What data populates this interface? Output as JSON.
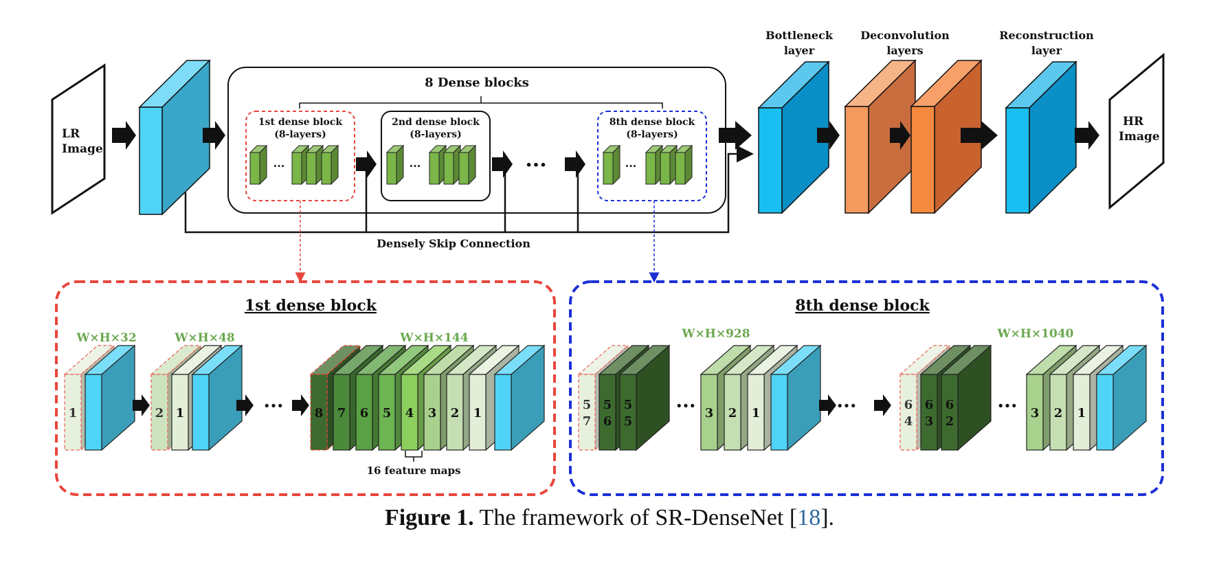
{
  "colors": {
    "cyan_front": "#4fd3f7",
    "cyan_side": "#3aa7c8",
    "orange_front": "#f49a5e",
    "orange_side": "#c96d3f",
    "green_layer": "#7ab648",
    "red_dash": "#e8463c",
    "blue_dash": "#1b2fd6",
    "label_green": "#6aa84f"
  },
  "top": {
    "lr_image": [
      "LR",
      "Image"
    ],
    "hr_image": [
      "HR",
      "Image"
    ],
    "dense_blocks_title": "8 Dense blocks",
    "block1": [
      "1st dense block",
      "(8-layers)"
    ],
    "block2": [
      "2nd dense block",
      "(8-layers)"
    ],
    "block8": [
      "8th dense block",
      "(8-layers)"
    ],
    "ellipsis_small": "···",
    "ellipsis_big": "···",
    "bottleneck": [
      "Bottleneck",
      "layer"
    ],
    "deconv": [
      "Deconvolution",
      "layers"
    ],
    "recon": [
      "Reconstruction",
      "layer"
    ],
    "skip": "Densely Skip Connection"
  },
  "detail1": {
    "title": "1st dense block",
    "dim_a": "W×H×32",
    "dim_b": "W×H×48",
    "dim_c": "W×H×144",
    "ellipsis": "···",
    "nums_a": [
      "1"
    ],
    "nums_b": [
      "2",
      "1"
    ],
    "nums_c": [
      "8",
      "7",
      "6",
      "5",
      "4",
      "3",
      "2",
      "1"
    ],
    "feature_maps": "16 feature maps"
  },
  "detail8": {
    "title": "8th dense block",
    "dim_a": "W×H×928",
    "dim_b": "W×H×1040",
    "ellipsis": "···",
    "nums_a": [
      "5\n7",
      "5\n6",
      "5\n5",
      "3",
      "2",
      "1"
    ],
    "nums_b": [
      "6\n4",
      "6\n3",
      "6\n2",
      "3",
      "2",
      "1"
    ]
  },
  "caption": {
    "label": "Figure 1.",
    "text": " The framework of SR-DenseNet [",
    "ref": "18",
    "end": "]."
  }
}
